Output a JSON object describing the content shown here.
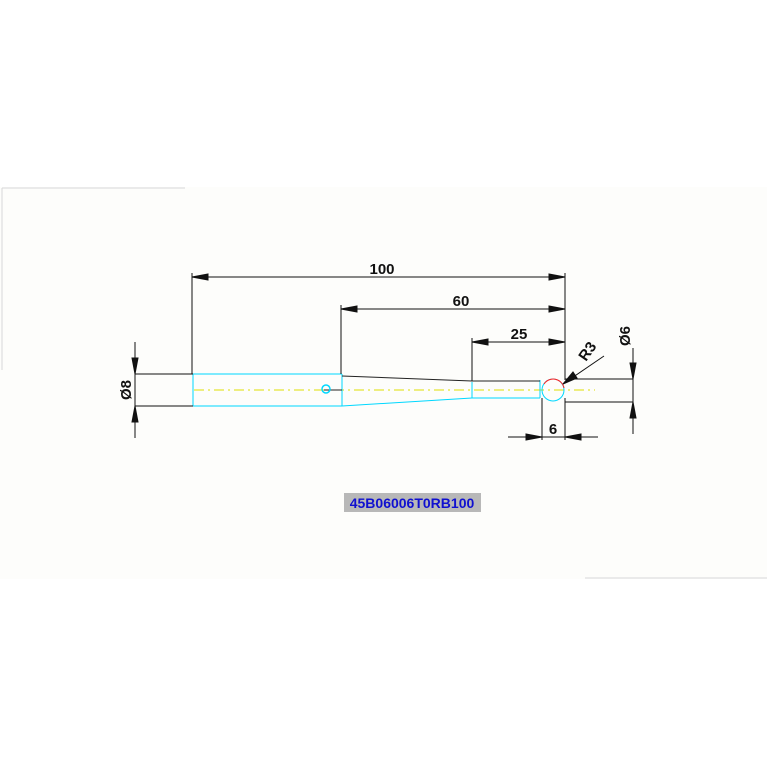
{
  "drawing": {
    "dimensions": {
      "overall_length": "100",
      "taper_length": "60",
      "straight_length": "25",
      "tip_length": "6",
      "tip_radius": "R3",
      "shank_diameter": "Ø8",
      "tip_diameter": "Ø6"
    },
    "part_code": "45B06006T0RB100",
    "colors": {
      "outline": "#00d8ff",
      "dimension": "#111111",
      "centerline": "#e0e000",
      "tip": "#ff2020",
      "label_text": "#1010d0",
      "label_bg": "#b8b8b8"
    }
  }
}
